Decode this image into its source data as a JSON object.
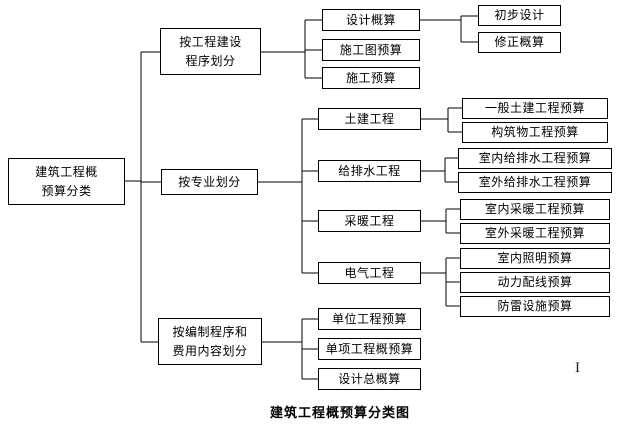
{
  "diagram": {
    "root": "建筑工程概\n预算分类",
    "branches": {
      "procedure": "按工程建设\n程序划分",
      "specialty": "按专业划分",
      "compilation": "按编制程序和\n费用内容划分"
    },
    "level3": {
      "design_estimate": "设计概算",
      "drawing_budget": "施工图预算",
      "construction_budget": "施工预算",
      "civil": "土建工程",
      "plumbing": "给排水工程",
      "heating": "采暖工程",
      "electrical": "电气工程",
      "unit_budget": "单位工程预算",
      "single_budget": "单项工程概预算",
      "total_estimate": "设计总概算"
    },
    "level4": {
      "preliminary_design": "初步设计",
      "revised_estimate": "修正概算",
      "general_civil": "一般土建工程预算",
      "structures": "构筑物工程预算",
      "indoor_plumbing": "室内给排水工程预算",
      "outdoor_plumbing": "室外给排水工程预算",
      "indoor_heating": "室内采暖工程预算",
      "outdoor_heating": "室外采暖工程预算",
      "indoor_lighting": "室内照明预算",
      "power_wiring": "动力配线预算",
      "lightning_protection": "防雷设施预算"
    },
    "caption": "建筑工程概预算分类图",
    "text_cursor": "I"
  }
}
